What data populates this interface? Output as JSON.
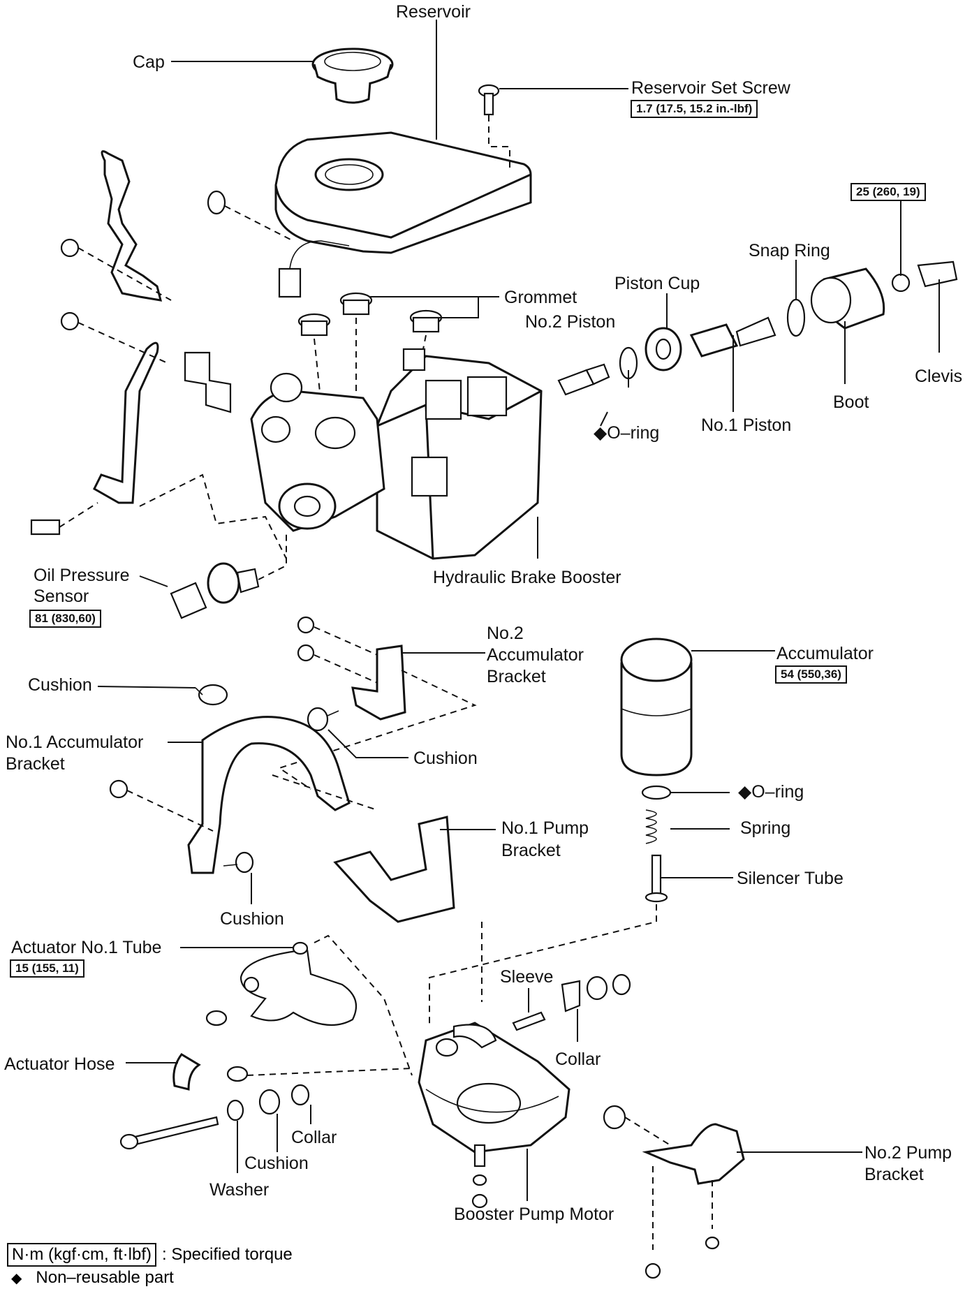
{
  "labels": {
    "reservoir": "Reservoir",
    "cap": "Cap",
    "reservoir_set_screw": "Reservoir Set Screw",
    "grommet": "Grommet",
    "no2_piston": "No.2 Piston",
    "piston_cup": "Piston Cup",
    "snap_ring": "Snap Ring",
    "clevis": "Clevis",
    "boot": "Boot",
    "no1_piston": "No.1 Piston",
    "o_ring_top": "◆O–ring",
    "hydraulic_brake_booster": "Hydraulic Brake Booster",
    "oil_pressure_sensor_1": "Oil Pressure",
    "oil_pressure_sensor_2": "Sensor",
    "no2_accumulator_bracket_1": "No.2",
    "no2_accumulator_bracket_2": "Accumulator",
    "no2_accumulator_bracket_3": "Bracket",
    "accumulator": "Accumulator",
    "cushion_1": "Cushion",
    "cushion_2": "Cushion",
    "cushion_3": "Cushion",
    "cushion_4": "Cushion",
    "no1_accumulator_bracket_1": "No.1 Accumulator",
    "no1_accumulator_bracket_2": "Bracket",
    "o_ring_bottom": "◆O–ring",
    "spring": "Spring",
    "no1_pump_bracket_1": "No.1 Pump",
    "no1_pump_bracket_2": "Bracket",
    "silencer_tube": "Silencer Tube",
    "actuator_no1_tube": "Actuator No.1 Tube",
    "sleeve": "Sleeve",
    "collar_1": "Collar",
    "collar_2": "Collar",
    "actuator_hose": "Actuator Hose",
    "washer": "Washer",
    "booster_pump_motor": "Booster Pump Motor",
    "no2_pump_bracket_1": "No.2 Pump",
    "no2_pump_bracket_2": "Bracket"
  },
  "torques": {
    "reservoir_set_screw": "1.7 (17.5, 15.2 in.-lbf)",
    "clevis": "25 (260, 19)",
    "oil_pressure_sensor": "81 (830,60)",
    "accumulator": "54 (550,36)",
    "actuator_no1_tube": "15 (155, 11)"
  },
  "legend": {
    "torque_unit": "N·m (kgf·cm, ft·lbf)",
    "torque_text": ": Specified torque",
    "symbol": "◆",
    "nonreusable_text": "Non–reusable part"
  }
}
